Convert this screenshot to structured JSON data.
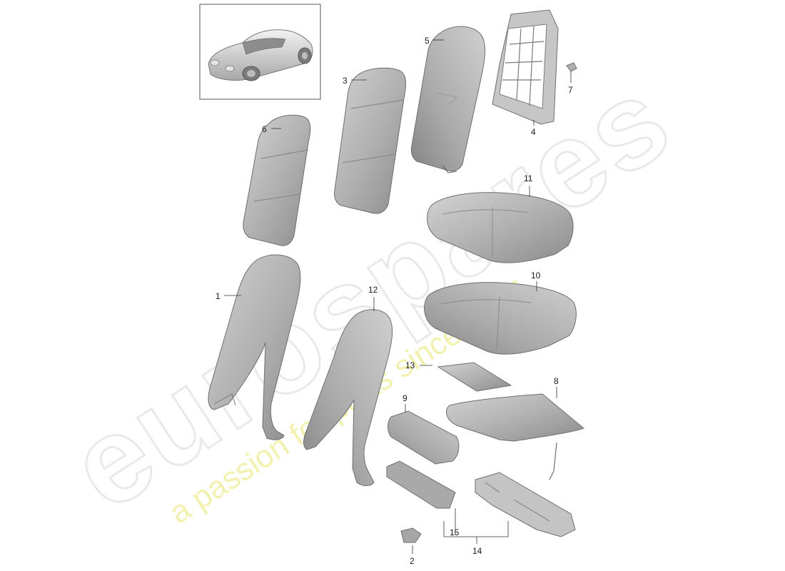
{
  "watermark": {
    "brand": "eurospares",
    "tagline": "a passion for parts since 1985"
  },
  "thumbnail": {
    "icon": "car-icon"
  },
  "callouts": {
    "c1": "1",
    "c2": "2",
    "c3": "3",
    "c4": "4",
    "c5": "5",
    "c6": "6",
    "c7": "7",
    "c8": "8",
    "c9": "9",
    "c10": "10",
    "c11": "11",
    "c12": "12",
    "c13": "13",
    "c14": "14",
    "c15": "15"
  },
  "colors": {
    "part_fill": "#b4b4b4",
    "part_dark": "#8a8a8a",
    "watermark_grey": "#e9e9e9",
    "watermark_yellow": "#f3f1b0"
  }
}
